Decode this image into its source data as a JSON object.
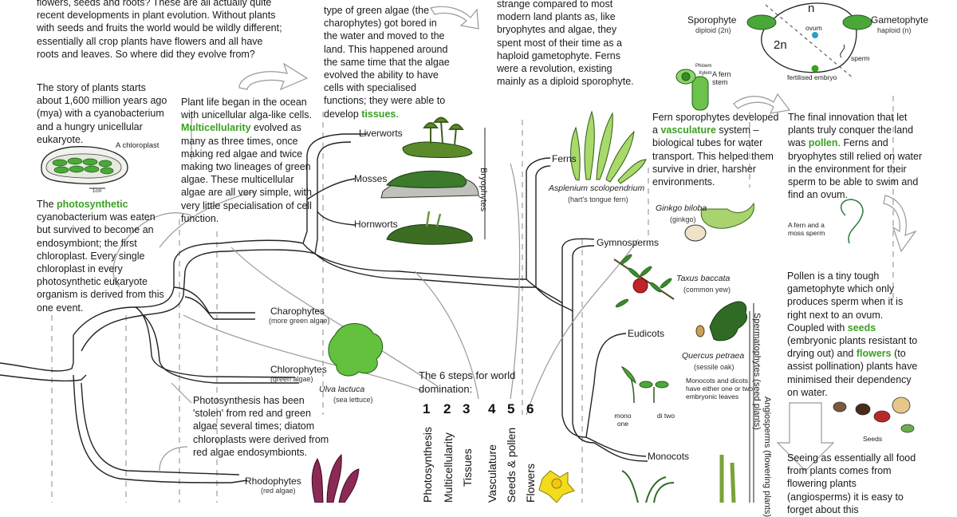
{
  "text_blocks": {
    "intro": "flowers, seeds and roots? These are all actually quite recent developments in plant evolution. Without plants with seeds and fruits the world would be wildly different; essentially all crop plants have flowers and all have roots and leaves. So where did they evolve from?",
    "story": "The story of plants starts about 1,600 million years ago (mya) with a cyanobacterium and a hungry unicellular eukaryote.",
    "photo_before": "The ",
    "photo_term": "photosynthetic",
    "photo_after": " cyanobacterium was eaten but survived to become an endosymbiont; the first chloroplast. Every single chloroplast in every photosynthetic eukaryote organism is derived from this one event.",
    "ocean_before": "Plant life began in the ocean with unicellular alga-like cells. ",
    "ocean_term": "Multicellularity",
    "ocean_after": " evolved as many as three times, once making red algae and twice making two lineages of green algae. These multicellular algae are all very simple, with very little specialisation of cell function.",
    "charo": "type of green algae (the charophytes) got bored in the water and moved to the land. This happened around the same time that the algae evolved the ability to have cells with specialised functions; they were able to develop ",
    "charo_term": "tissues",
    "charo_end": ".",
    "gameto": "strange compared to most modern land plants as, like bryophytes and algae, they spent most of their time as a haploid gametophyte. Ferns were a revolution, existing mainly as a diploid sporophyte.",
    "vasc_before": "Fern sporophytes developed a ",
    "vasc_term": "vasculature",
    "vasc_after": " system – biological tubes for water transport. This helped them survive in drier, harsher environments.",
    "pollen_before": "The final innovation that let plants truly conquer the land was ",
    "pollen_term": "pollen",
    "pollen_after": ". Ferns and bryophytes still relied on water in the environment for their sperm to be able to swim and find an ovum.",
    "pollen2_a": "Pollen is a tiny tough gametophyte which only produces sperm when it is right next to an ovum. Coupled with ",
    "pollen2_seeds": "seeds",
    "pollen2_b": " (embryonic plants resistant to drying out) and ",
    "pollen2_flowers": "flowers",
    "pollen2_c": " (to assist pollination) plants have minimised their dependency on water.",
    "stolen": "Photosynthesis has been 'stolen' from red and green algae several times; diatom chloroplasts were derived from red algae endosymbionts.",
    "food": "Seeing as essentially all food from plants comes from flowering plants (angiosperms) it is easy to forget about this"
  },
  "lineages": {
    "liverworts": "Liverworts",
    "mosses": "Mosses",
    "hornworts": "Hornworts",
    "bryophytes": "Bryophytes",
    "ferns": "Ferns",
    "gymnosperms": "Gymnosperms",
    "eudicots": "Eudicots",
    "monocots": "Monocots",
    "charophytes": "Charophytes",
    "charophytes_sub": "(more green algae)",
    "chlorophytes": "Chlorophytes",
    "chlorophytes_sub": "(green algae)",
    "rhodophytes": "Rhodophytes",
    "rhodophytes_sub": "(red algae)",
    "spermatophytes": "Spermatophytes (seed plants)",
    "angiosperms": "Angiosperms (flowering plants)"
  },
  "species": {
    "asplenium": "Asplenium scolopendrium",
    "asplenium_sub": "(hart's tongue fern)",
    "ginkgo": "Ginkgo biloba",
    "ginkgo_sub": "(ginkgo)",
    "taxus": "Taxus baccata",
    "taxus_sub": "(common yew)",
    "quercus": "Quercus petraea",
    "quercus_sub": "(sessile oak)",
    "ulva": "Ulva lactuca",
    "ulva_sub": "(sea lettuce)"
  },
  "life_cycle": {
    "sporophyte": "Sporophyte",
    "sporophyte_sub": "diploid (2n)",
    "gametophyte": "Gametophyte",
    "gametophyte_sub": "haploid (n)",
    "n": "n",
    "two_n": "2n",
    "ovum": "ovum",
    "sperm": "sperm",
    "embryo": "fertilised embryo"
  },
  "annotations": {
    "chloroplast": "A chloroplast",
    "fern_stem": "A fern stem",
    "phloem": "Phloem",
    "xylem": "Xylem",
    "fern_moss_sperm": "A fern and a moss sperm",
    "monocots_dicots": "Monocots and dicots have either one or two embryonic leaves",
    "mono_one": "mono one",
    "di_two": "di two",
    "seeds": "Seeds",
    "scale": "1cm"
  },
  "steps": {
    "title": "The 6 steps   for world domination:",
    "items": [
      {
        "num": "1",
        "label": "Photosynthesis"
      },
      {
        "num": "2",
        "label": "Multicellularity"
      },
      {
        "num": "3",
        "label": "Tissues"
      },
      {
        "num": "4",
        "label": "Vasculature"
      },
      {
        "num": "5",
        "label": "Seeds & pollen"
      },
      {
        "num": "6",
        "label": "Flowers"
      }
    ]
  },
  "colors": {
    "accent_green": "#3aa022",
    "plant_green": "#4aa83a",
    "dark_green": "#2f6b25",
    "red_algae": "#8a2a55",
    "yew_red": "#c0242a",
    "daffodil": "#f2dc1c"
  }
}
